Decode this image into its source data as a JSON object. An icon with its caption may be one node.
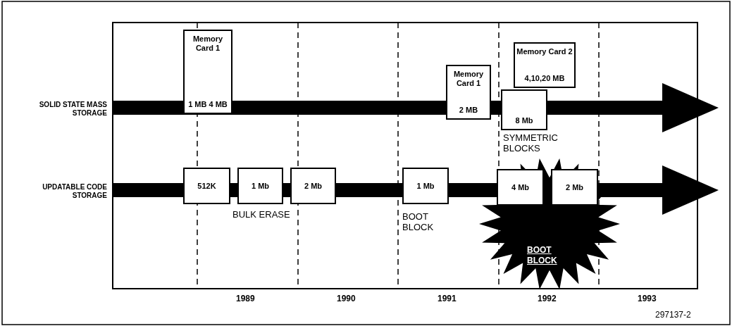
{
  "diagram": {
    "nodes": [
      {
        "text": [
          "Memory Card 1",
          "1 MB 4 MB"
        ]
      },
      {
        "text": [
          "Memory Card 1",
          "2 MB"
        ]
      },
      {
        "text": [
          "8 Mb"
        ]
      },
      {
        "text": [
          "Memory Card 2",
          "4,10,20 MB"
        ]
      },
      {
        "text": [
          "512K"
        ]
      },
      {
        "text": [
          "1 Mb"
        ]
      },
      {
        "text": [
          "2 Mb"
        ]
      },
      {
        "text": [
          "1 Mb"
        ]
      },
      {
        "text": [
          "BOOT BLOCK"
        ]
      },
      {
        "text": [
          "4 Mb"
        ],
        "in": 8
      },
      {
        "text": [
          "2 Mb"
        ],
        "in": 8
      }
    ],
    "labels": [
      "SOLID STATE MASS STORAGE",
      "SYMMETRIC BLOCKS",
      "UPDATABLE CODE STORAGE",
      "BULK ERASE",
      "BOOT BLOCK",
      "1989",
      "1990",
      "1991",
      "1992",
      "1993",
      "297137-2"
    ]
  }
}
